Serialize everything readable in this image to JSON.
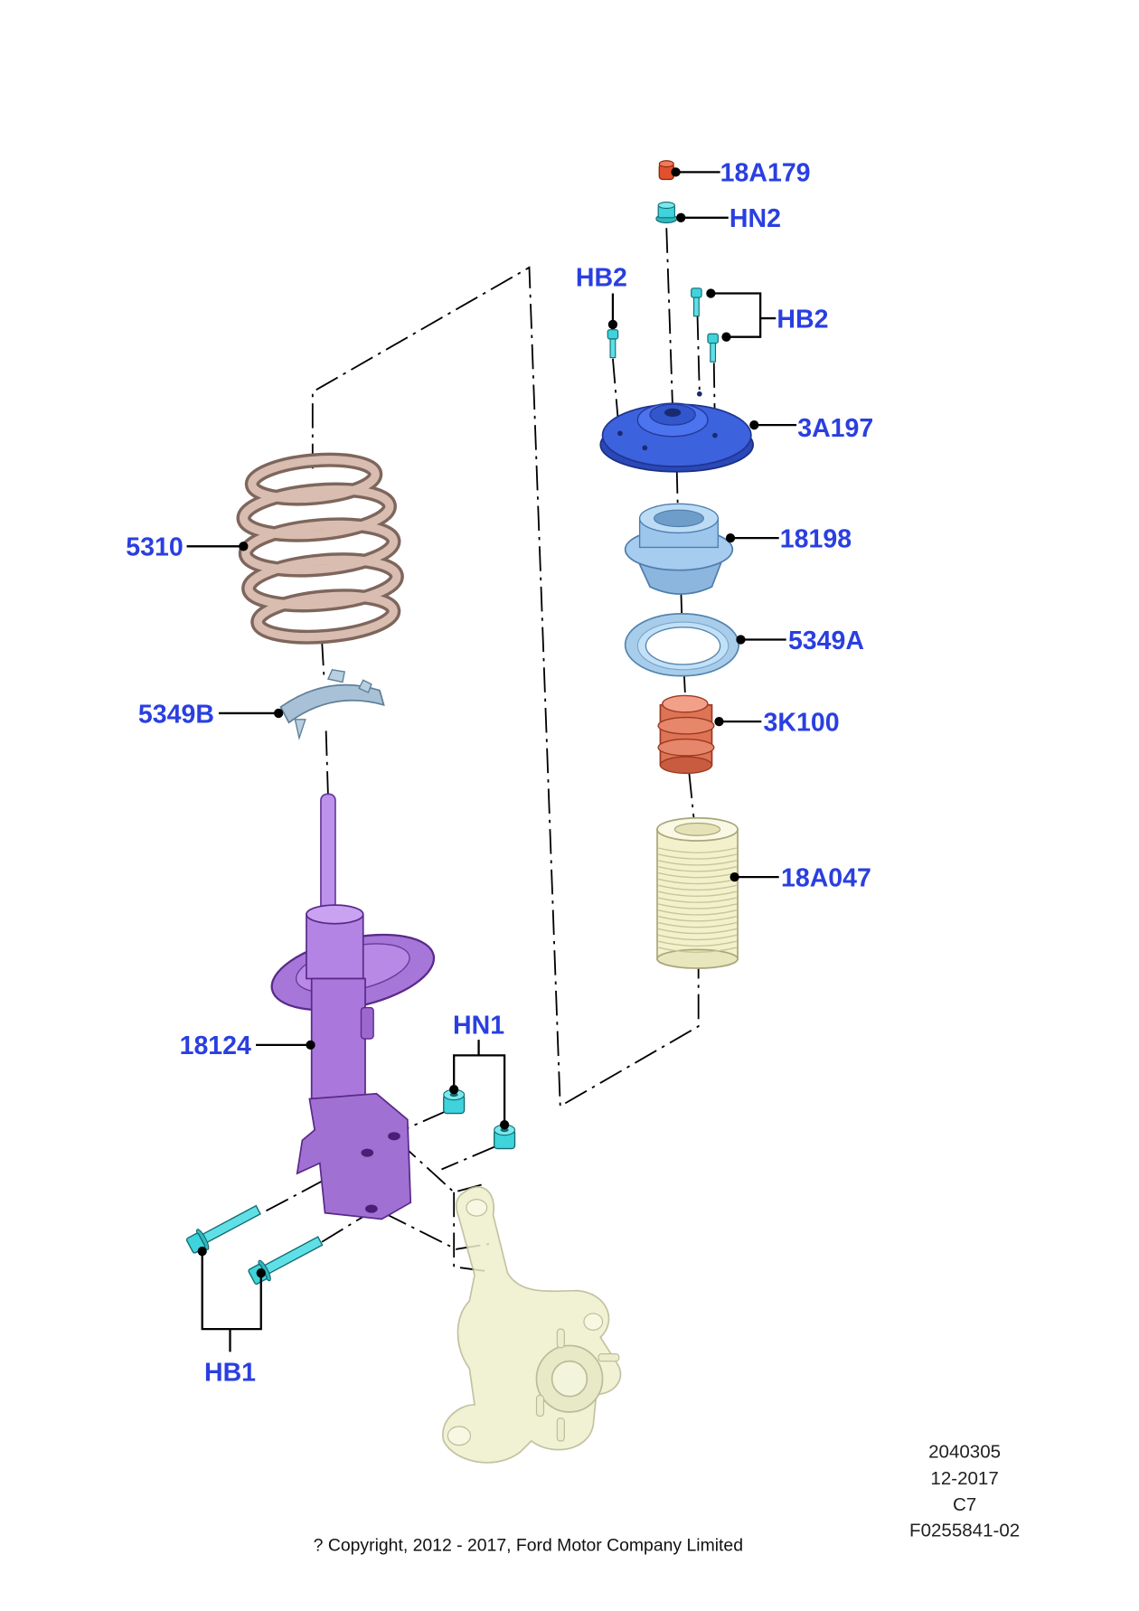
{
  "diagram": {
    "callouts": {
      "top_nut": "18A179",
      "upper_nut": "HN2",
      "upper_bolt_left": "HB2",
      "upper_bolts_right": "HB2",
      "mount": "3A197",
      "bearing": "18198",
      "upper_seat": "5349A",
      "bump_stop": "3K100",
      "boot": "18A047",
      "spring": "5310",
      "lower_seat": "5349B",
      "strut": "18124",
      "lower_nuts": "HN1",
      "lower_bolts": "HB1"
    },
    "info_block": {
      "line1": "2040305",
      "line2": "12-2017",
      "line3": "C7",
      "line4": "F0255841-02"
    },
    "copyright": "? Copyright, 2012 - 2017, Ford Motor Company Limited"
  },
  "colors": {
    "label": "#2a3fe0",
    "strut": "#a677d9",
    "mount": "#3d62de",
    "bearing": "#a6cdf0",
    "seat": "#a8cdeb",
    "bump_stop": "#de7456",
    "boot": "#f3f1cc",
    "fastener": "#3fd3db",
    "top_nut": "#e2502e",
    "knuckle": "#eef0cc"
  }
}
